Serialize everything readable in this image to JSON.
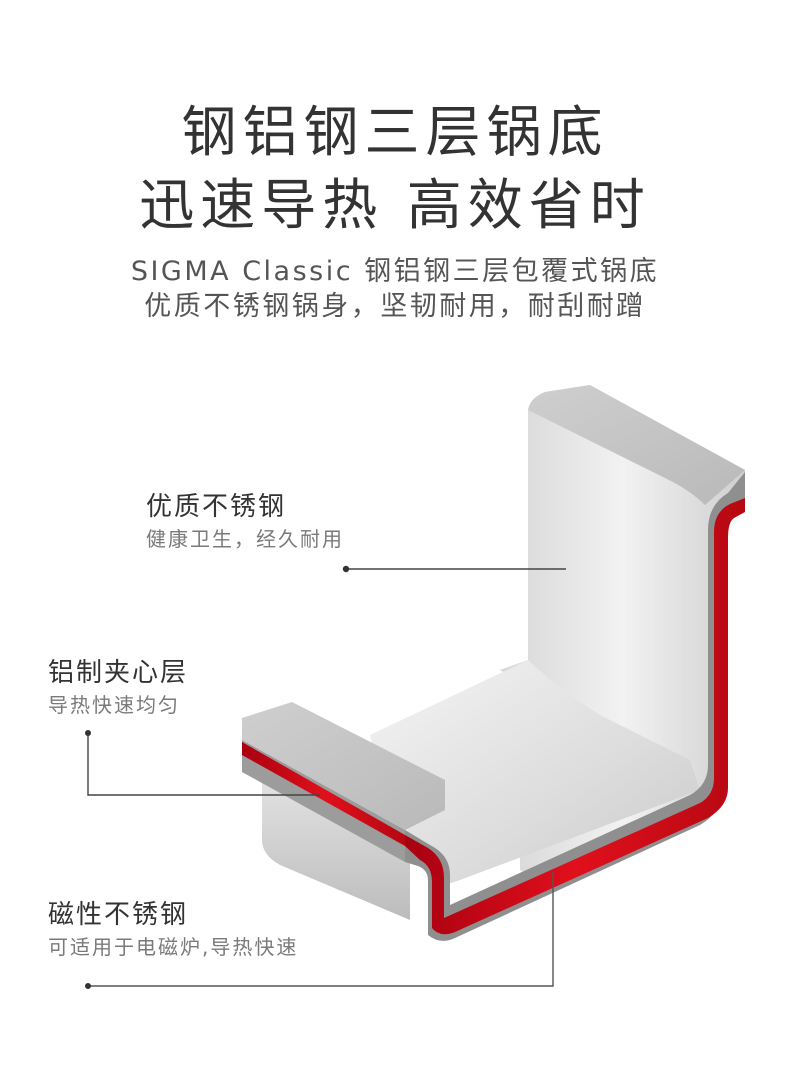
{
  "header": {
    "headline_line1": "钢铝钢三层锅底",
    "headline_line2": "迅速导热 高效省时",
    "subline_line1": "SIGMA Classic 钢铝钢三层包覆式锅底",
    "subline_line2": "优质不锈钢锅身，坚韧耐用，耐刮耐蹭"
  },
  "diagram": {
    "subject": "pan-base-cross-section",
    "layers": [
      "stainless-steel-inner",
      "aluminum-core",
      "magnetic-stainless-steel-outer"
    ],
    "colors": {
      "steel_light": "#e6e6e6",
      "steel_mid": "#bdbdbd",
      "steel_edge": "#8a8a8a",
      "aluminum_core": "#d0101a",
      "leader_line": "#444444",
      "text_dark": "#333333",
      "text_light": "#7a7a7a"
    }
  },
  "callouts": [
    {
      "title": "优质不锈钢",
      "description": "健康卫生，经久耐用"
    },
    {
      "title": "铝制夹心层",
      "description": "导热快速均匀"
    },
    {
      "title": "磁性不锈钢",
      "description": "可适用于电磁炉,导热快速"
    }
  ]
}
